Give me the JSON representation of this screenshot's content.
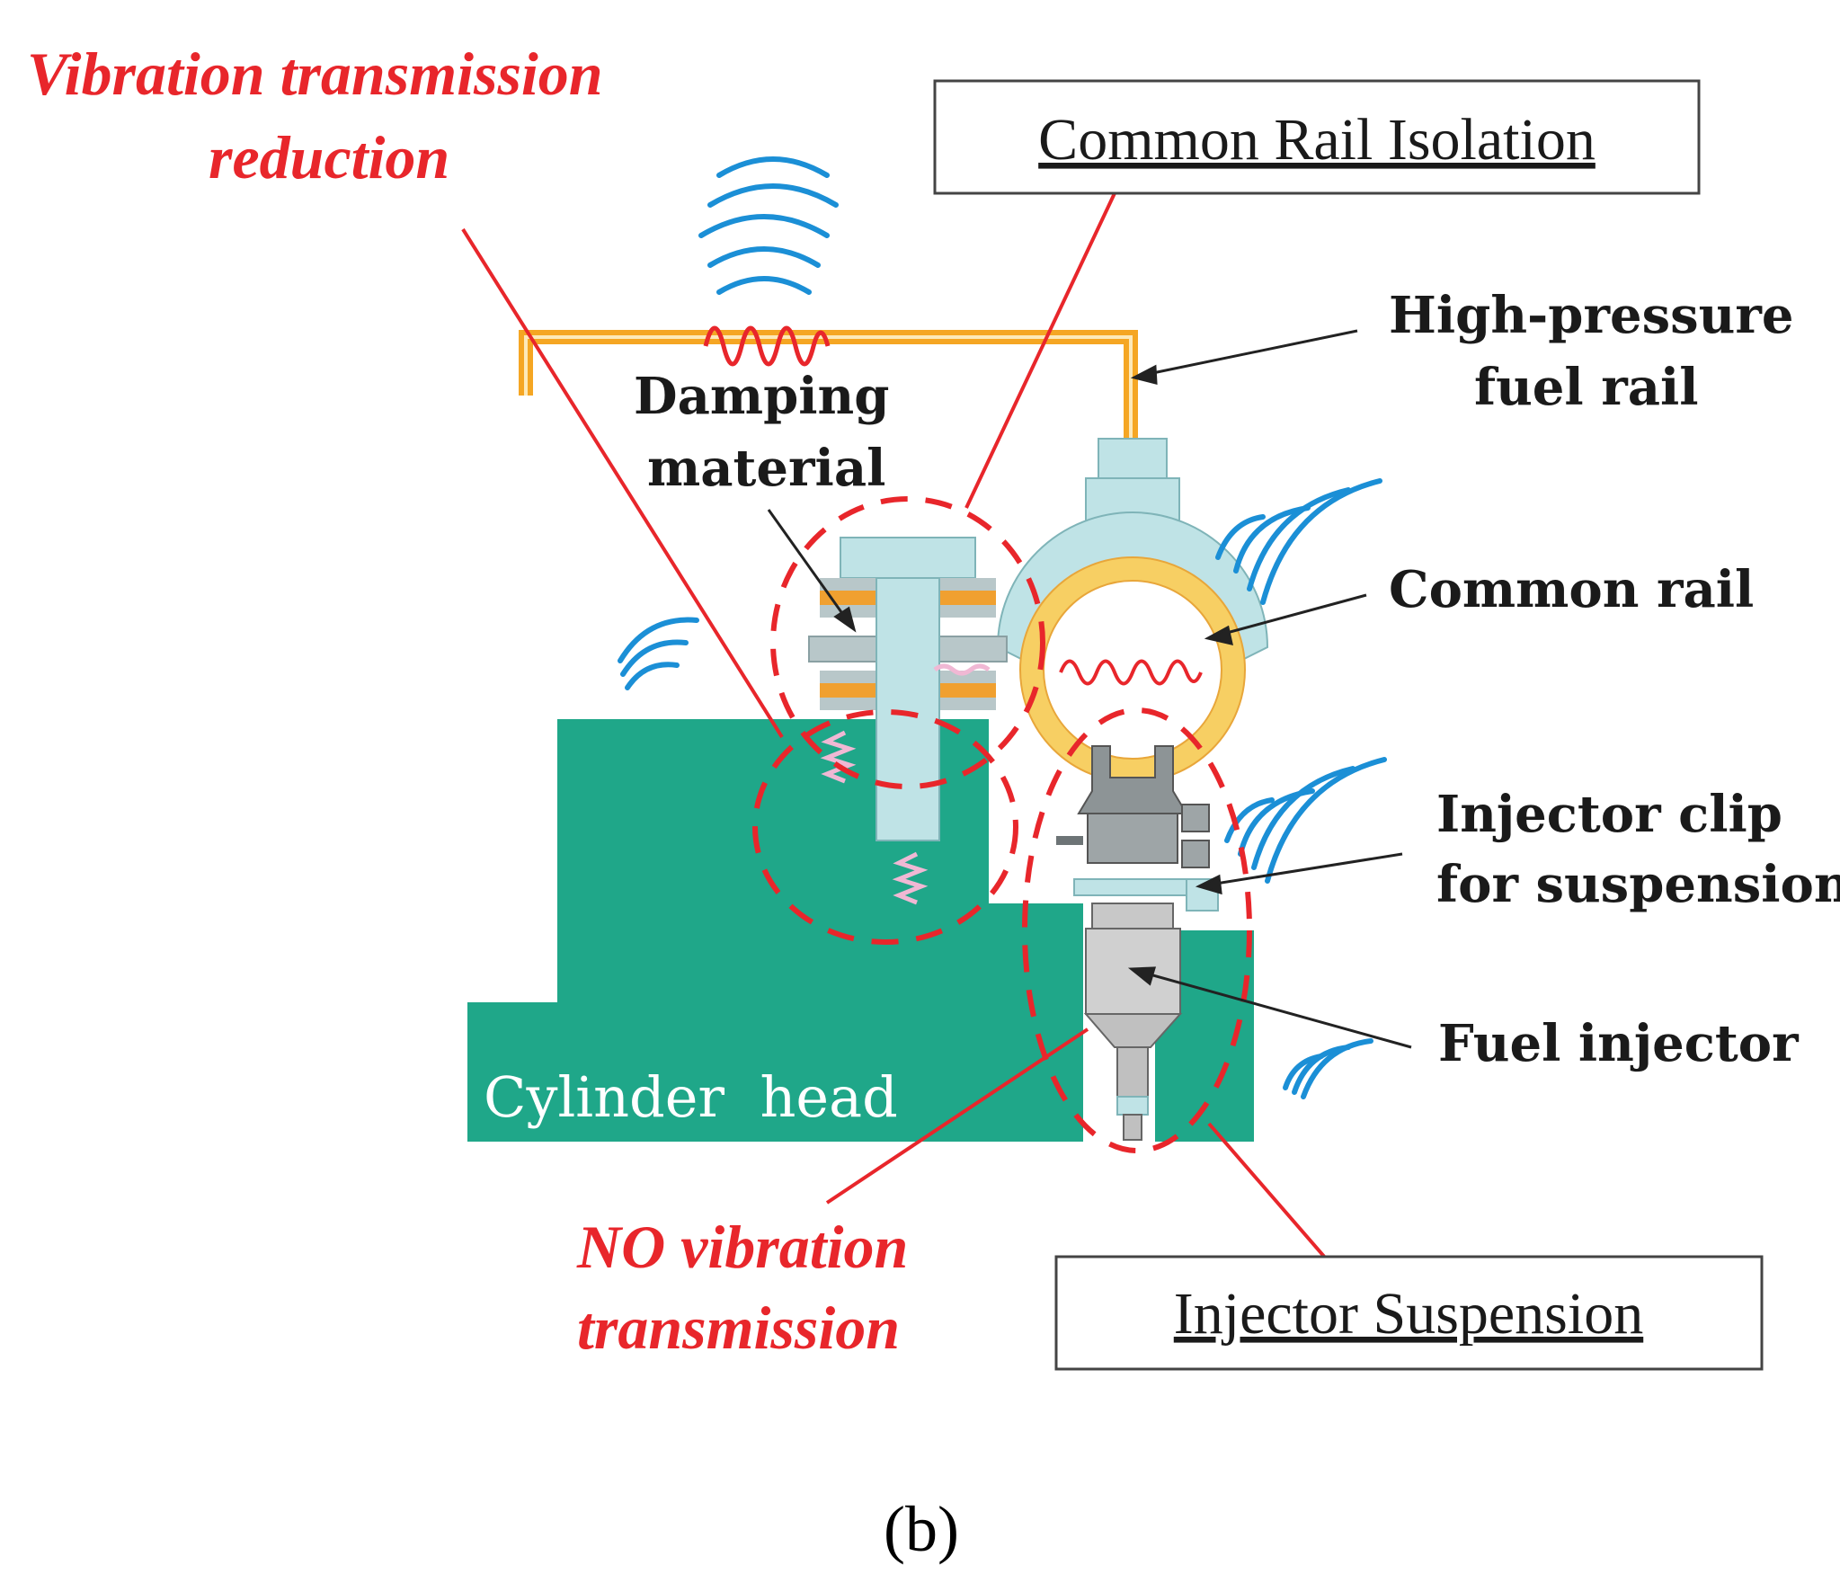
{
  "colors": {
    "accent_red": "#e8262b",
    "cylinder_head": "#1fa789",
    "fuel_line": "#f5a623",
    "wave_blue": "#1b8fd6",
    "metal_light": "#bfe3e6"
  },
  "annotations": {
    "vibration_reduction_line1": "Vibration transmission",
    "vibration_reduction_line2": "reduction",
    "no_vibration_line1": "NO vibration",
    "no_vibration_line2": "transmission"
  },
  "boxes": {
    "common_rail_isolation": "Common Rail Isolation",
    "injector_suspension": "Injector Suspension"
  },
  "labels": {
    "high_pressure_line1": "High-pressure",
    "high_pressure_line2": "fuel rail",
    "damping_line1": "Damping",
    "damping_line2": "material",
    "common_rail": "Common rail",
    "injector_clip_line1": "Injector clip",
    "injector_clip_line2": "for suspension",
    "fuel_injector": "Fuel injector",
    "cylinder_head": "Cylinder  head"
  },
  "caption": "(b)"
}
